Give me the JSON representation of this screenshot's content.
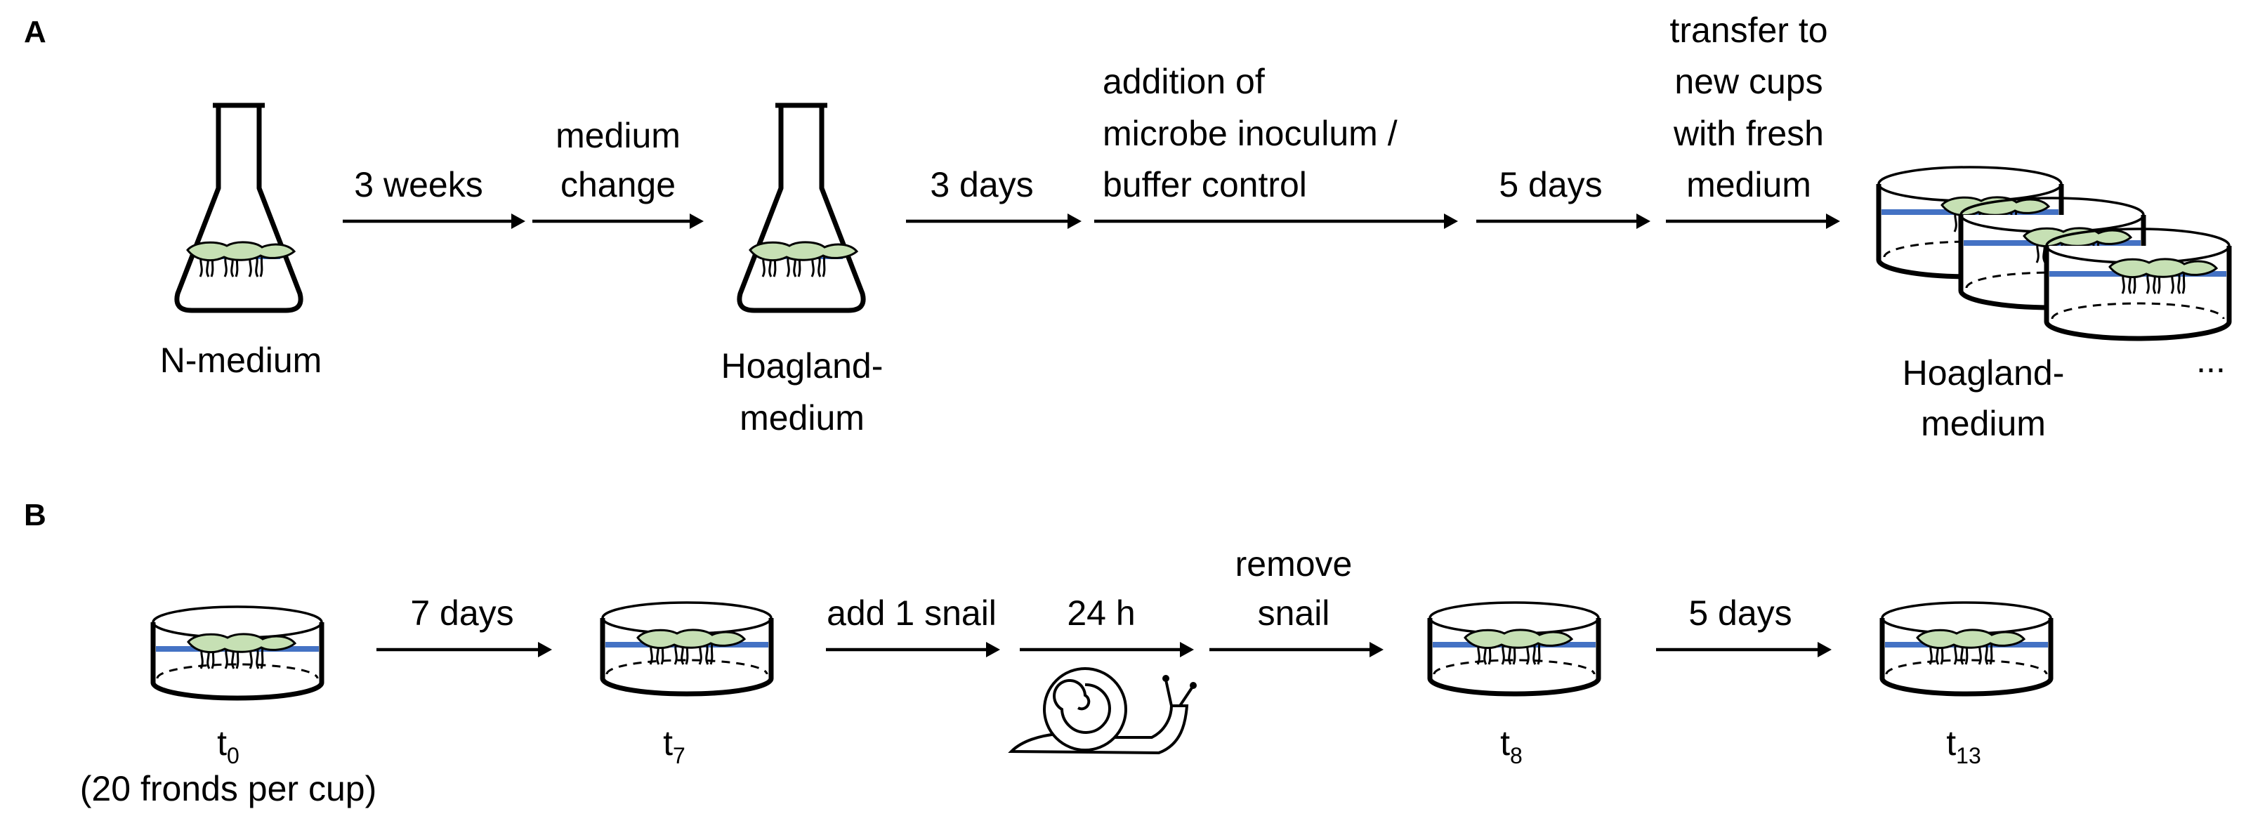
{
  "panel_a": {
    "label": "A",
    "step1_label": "3 weeks",
    "step2_label_line1": "medium",
    "step2_label_line2": "change",
    "step3_label": "3 days",
    "step4_label_line1": "addition of",
    "step4_label_line2": "microbe inoculum /",
    "step4_label_line3": "buffer control",
    "step5_label": "5 days",
    "step6_label_line1": "transfer to",
    "step6_label_line2": "new cups",
    "step6_label_line3": "with fresh",
    "step6_label_line4": "medium",
    "flask1_caption": "N-medium",
    "flask2_caption_line1": "Hoagland-",
    "flask2_caption_line2": "medium",
    "cups_caption_line1": "Hoagland-",
    "cups_caption_line2": "medium",
    "ellipsis": "..."
  },
  "panel_b": {
    "label": "B",
    "cup1_caption_main": "t",
    "cup1_caption_sub": "0",
    "cup1_caption_note": "(20 fronds per cup)",
    "step1_label": "7 days",
    "cup2_caption_main": "t",
    "cup2_caption_sub": "7",
    "step2_label": "add 1 snail",
    "step3_label": "24 h",
    "step4_label_line1": "remove",
    "step4_label_line2": "snail",
    "cup3_caption_main": "t",
    "cup3_caption_sub": "8",
    "step5_label": "5 days",
    "cup4_caption_main": "t",
    "cup4_caption_sub": "13"
  },
  "colors": {
    "water_line": "#4472c4",
    "frond_fill": "#c6e0b4",
    "outline": "#000000"
  },
  "icons": [
    "erlenmeyer-flask-icon",
    "culture-cup-icon",
    "duckweed-frond-icon",
    "snail-icon",
    "arrow-icon"
  ]
}
